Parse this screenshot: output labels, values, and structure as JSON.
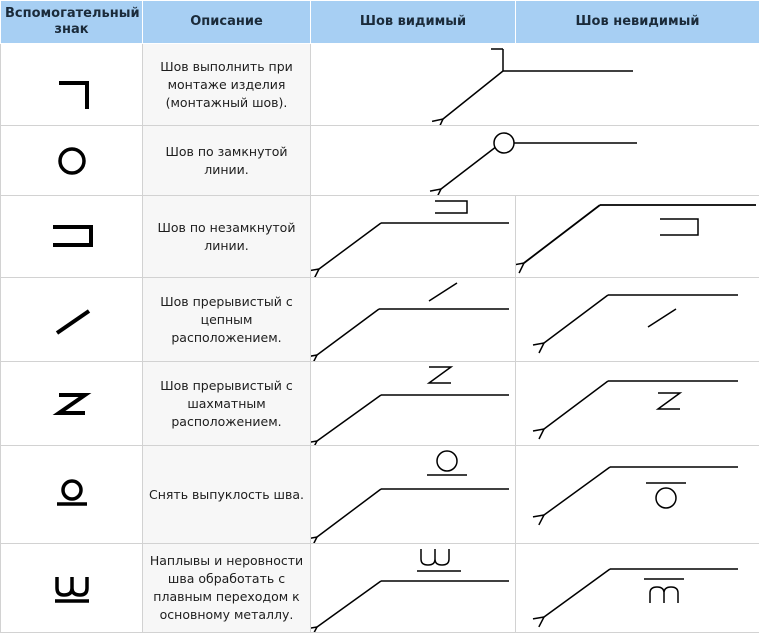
{
  "table": {
    "headers": {
      "sign": "Вспомогательный знак",
      "description": "Описание",
      "visible": "Шов видимый",
      "invisible": "Шов невидимый"
    },
    "rows": [
      {
        "sign_icon": "corner-bracket-icon",
        "description": "Шов выполнить при монтаже изделия (монтажный шов).",
        "visible_diagram": "weld-arrow-with-corner-flag",
        "invisible_diagram": ""
      },
      {
        "sign_icon": "circle-icon",
        "description": "Шов по замкнутой линии.",
        "visible_diagram": "weld-arrow-with-circle",
        "invisible_diagram": ""
      },
      {
        "sign_icon": "open-rectangle-icon",
        "description": "Шов по незамкнутой линии.",
        "visible_diagram": "weld-arrow-with-open-rectangle-above",
        "invisible_diagram": "weld-arrow-with-open-rectangle-below"
      },
      {
        "sign_icon": "slash-icon",
        "description": "Шов прерывистый с цепным расположением.",
        "visible_diagram": "weld-arrow-with-slash-above",
        "invisible_diagram": "weld-arrow-with-slash-below"
      },
      {
        "sign_icon": "z-icon",
        "description": "Шов прерывистый с шахматным расположением.",
        "visible_diagram": "weld-arrow-with-z-above",
        "invisible_diagram": "weld-arrow-with-z-below"
      },
      {
        "sign_icon": "circle-on-line-icon",
        "description": "Снять выпуклость шва.",
        "visible_diagram": "weld-arrow-with-circle-on-line-above",
        "invisible_diagram": "weld-arrow-with-circle-under-line-below"
      },
      {
        "sign_icon": "w-on-line-icon",
        "description": "Наплывы и неровности шва обработать с плавным переходом к основному металлу.",
        "visible_diagram": "weld-arrow-with-w-on-line-above",
        "invisible_diagram": "weld-arrow-with-m-under-line-below"
      }
    ]
  }
}
